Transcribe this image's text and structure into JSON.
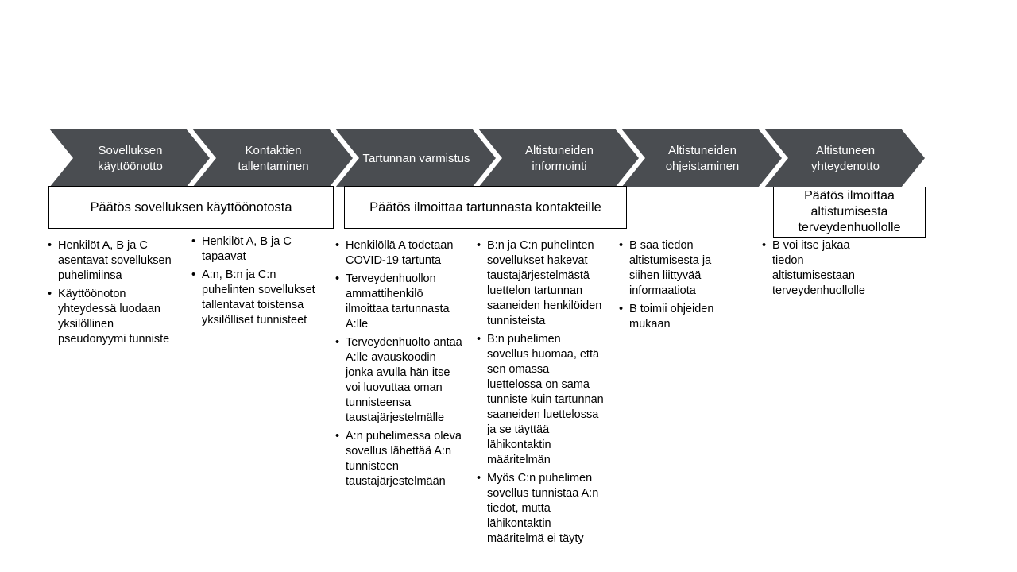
{
  "colors": {
    "chevron": "#4a4d51",
    "chevron_text": "#ffffff",
    "border": "#000000"
  },
  "steps": [
    {
      "label": "Sovelluksen käyttöönotto"
    },
    {
      "label": "Kontaktien tallentaminen"
    },
    {
      "label": "Tartunnan varmistus"
    },
    {
      "label": "Altistuneiden informointi"
    },
    {
      "label": "Altistuneiden ohjeistaminen"
    },
    {
      "label": "Altistuneen yhteydenotto"
    }
  ],
  "decisions": [
    {
      "text": "Päätös sovelluksen käyttöönotosta"
    },
    {
      "text": "Päätös ilmoittaa tartunnasta kontakteille"
    },
    {
      "text": "Päätös ilmoittaa altistumisesta terveydenhuollolle"
    }
  ],
  "columns": [
    {
      "bullets": [
        "Henkilöt A, B ja C asentavat sovelluksen puhelimiinsa",
        "Käyttöönoton yhteydessä luodaan yksilöllinen pseudonyymi tunniste"
      ]
    },
    {
      "bullets": [
        "Henkilöt A, B ja C tapaavat",
        "A:n, B:n ja C:n puhelinten sovellukset tallentavat toistensa yksilölliset tunnisteet"
      ]
    },
    {
      "bullets": [
        "Henkilöllä A todetaan COVID-19 tartunta",
        "Terveydenhuollon ammattihenkilö ilmoittaa tartunnasta A:lle",
        "Terveydenhuolto antaa A:lle avauskoodin jonka avulla hän itse voi luovuttaa oman tunnisteensa taustajärjestelmälle",
        "A:n puhelimessa oleva sovellus lähettää A:n tunnisteen taustajärjestelmään"
      ]
    },
    {
      "bullets": [
        "B:n ja C:n puhelinten sovellukset hakevat taustajärjestelmästä luettelon tartunnan saaneiden henkilöiden tunnisteista",
        "B:n puhelimen sovellus huomaa, että sen omassa luettelossa on sama tunniste kuin tartunnan saaneiden luettelossa ja se täyttää lähikontaktin määritelmän",
        "Myös C:n puhelimen sovellus tunnistaa A:n tiedot, mutta lähikontaktin määritelmä ei täyty"
      ]
    },
    {
      "bullets": [
        "B saa tiedon altistumisesta ja siihen liittyvää informaatiota",
        "B toimii ohjeiden mukaan"
      ]
    },
    {
      "bullets": [
        "B voi itse jakaa tiedon altistumisestaan terveydenhuollolle"
      ]
    }
  ]
}
